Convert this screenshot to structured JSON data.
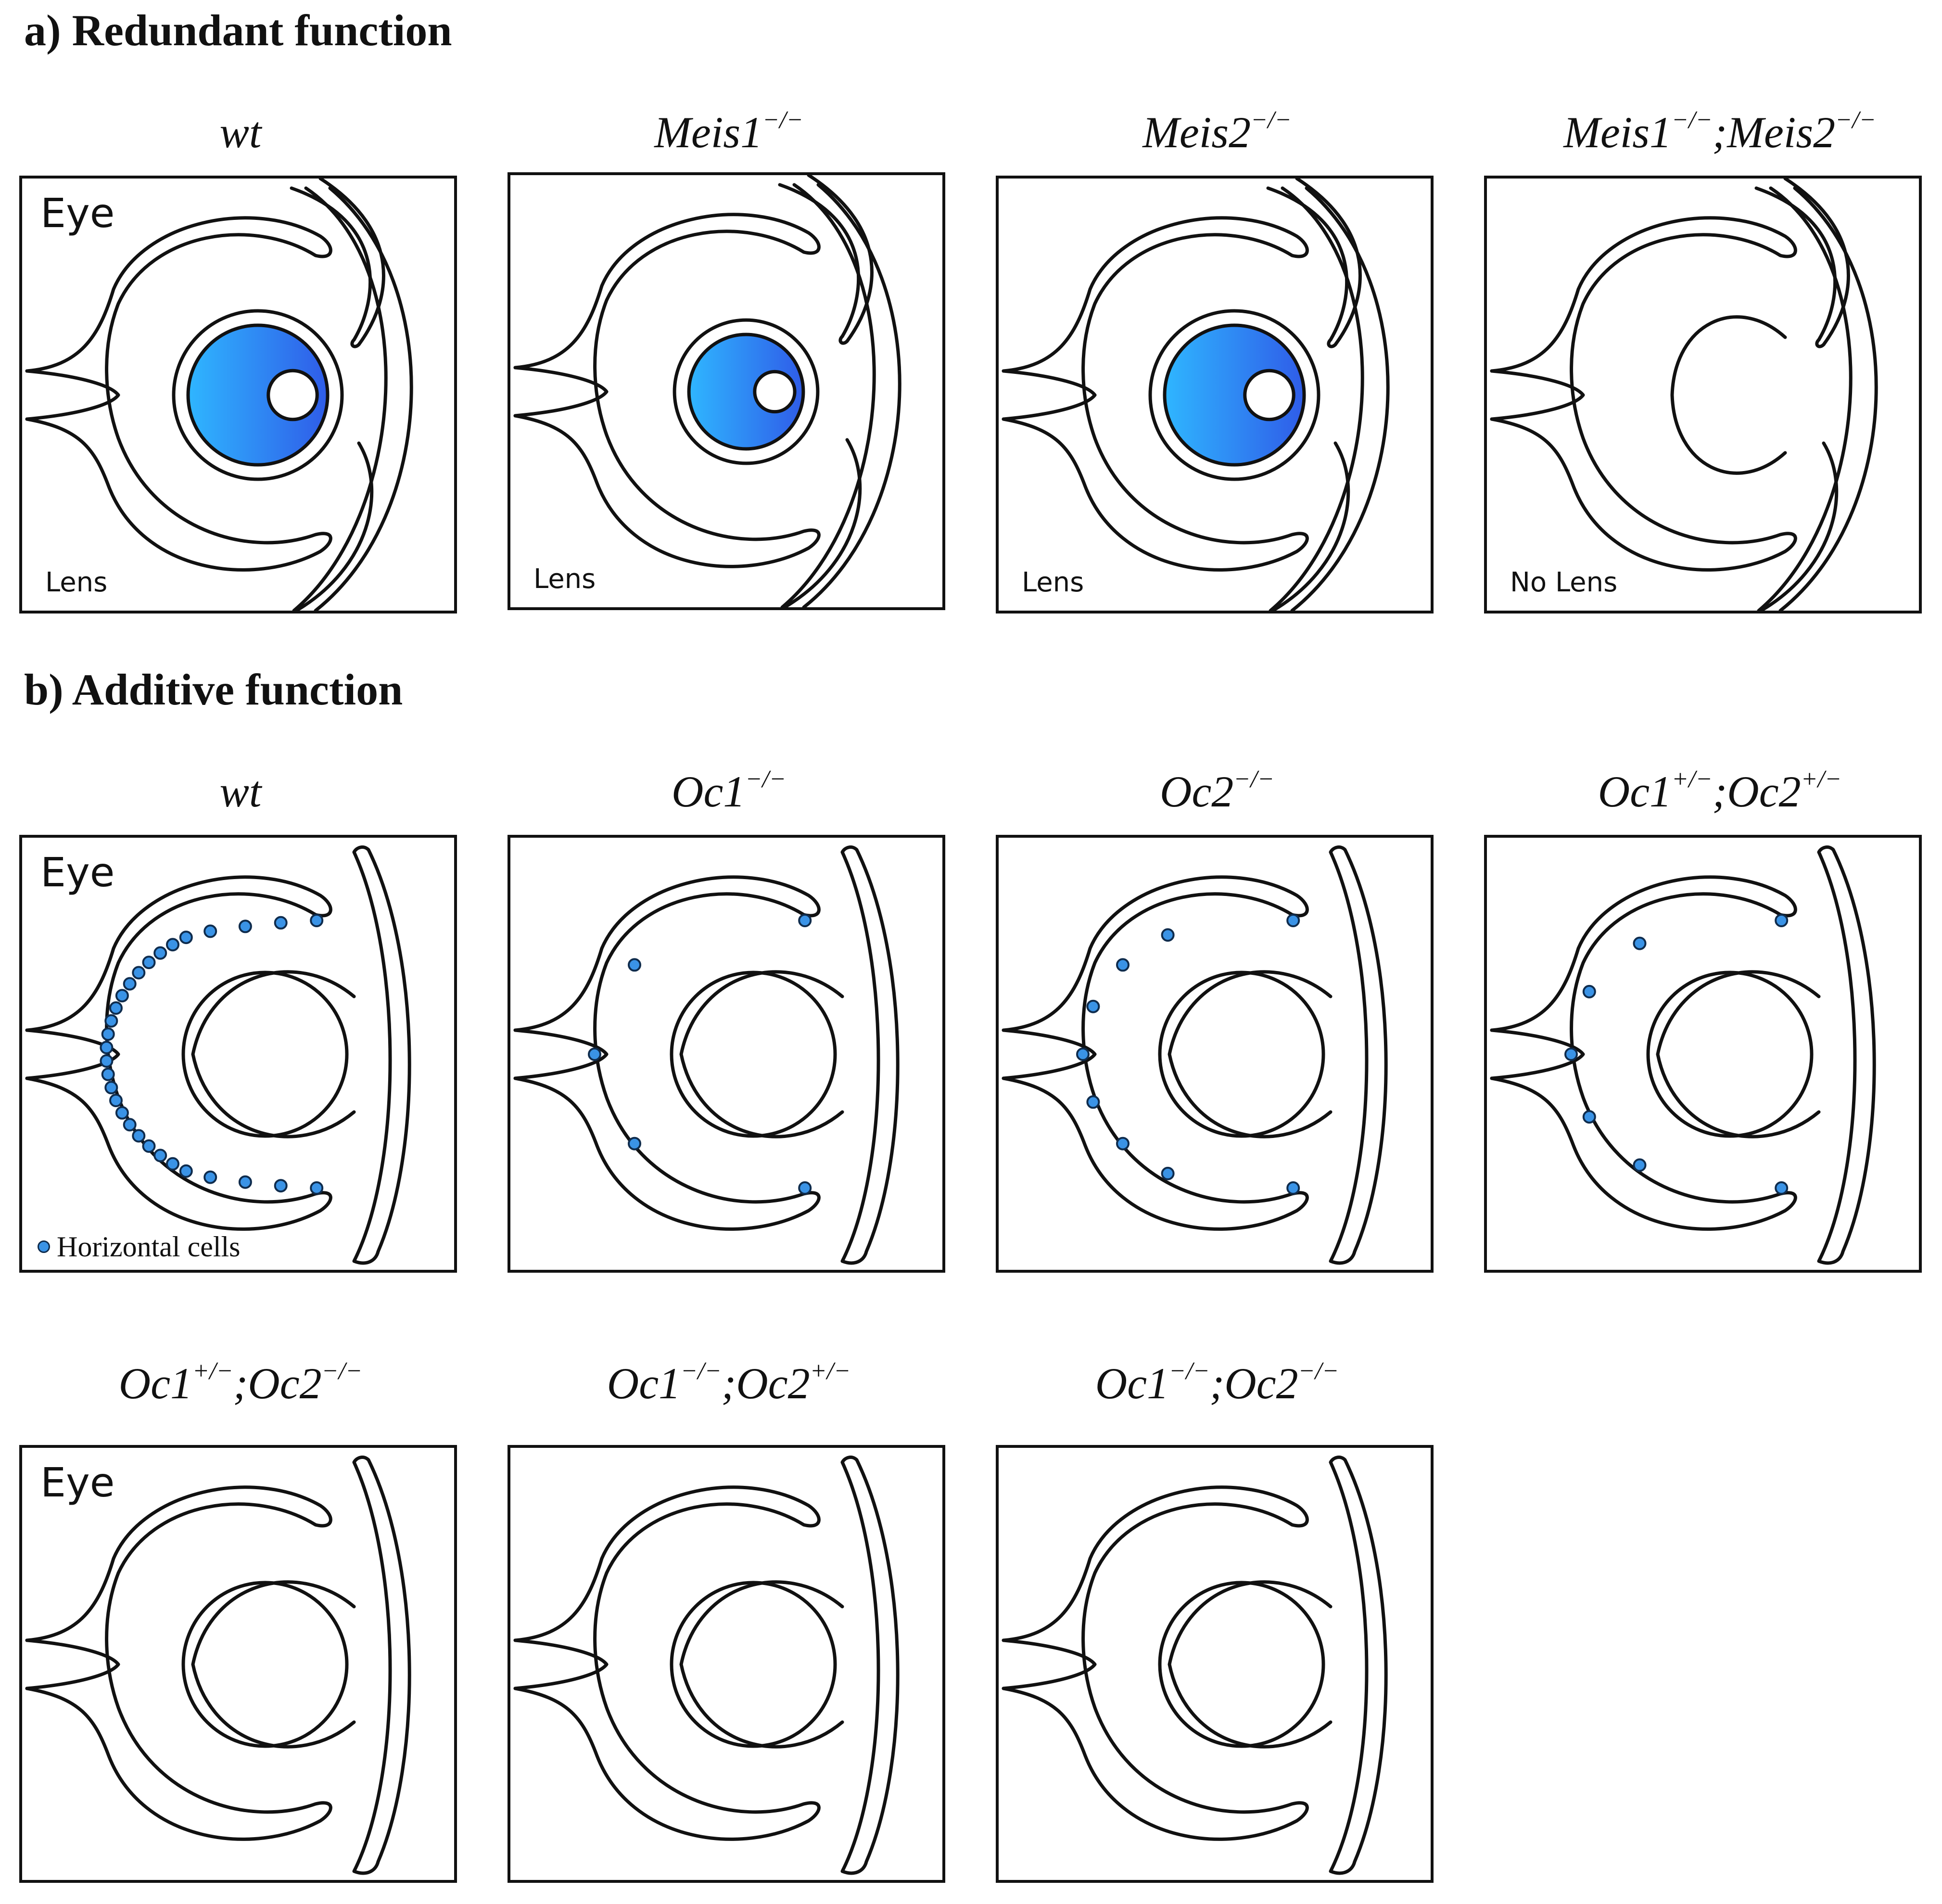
{
  "colors": {
    "outline": "#111111",
    "lens_light": "#2fb6ff",
    "lens_dark": "#2f5ce8",
    "cell": "#3a93e6"
  },
  "section_a": {
    "heading": "a) Redundant function",
    "panels": [
      {
        "t_pre": "wt",
        "t_sup": "",
        "t_mid": "",
        "t_sup2": "",
        "eye": "Eye",
        "lens": "Lens",
        "lens_scale": 1.0,
        "has_lens": true
      },
      {
        "t_pre": "Meis1",
        "t_sup": "−/−",
        "t_mid": "",
        "t_sup2": "",
        "eye": "",
        "lens": "Lens",
        "lens_scale": 0.82,
        "has_lens": true
      },
      {
        "t_pre": "Meis2",
        "t_sup": "−/−",
        "t_mid": "",
        "t_sup2": "",
        "eye": "",
        "lens": "Lens",
        "lens_scale": 1.0,
        "has_lens": true
      },
      {
        "t_pre": "Meis1",
        "t_sup": "−/−",
        "t_mid": ";Meis2",
        "t_sup2": "−/−",
        "eye": "",
        "lens": "No Lens",
        "lens_scale": 0,
        "has_lens": false
      }
    ]
  },
  "section_b": {
    "heading": "b) Additive function",
    "legend": "Horizontal cells",
    "panels": [
      {
        "t_pre": "wt",
        "t_sup": "",
        "t_mid": "",
        "t_sup2": "",
        "eye": "Eye",
        "cells": 30
      },
      {
        "t_pre": "Oc1",
        "t_sup": "−/−",
        "t_mid": "",
        "t_sup2": "",
        "eye": "",
        "cells": 5
      },
      {
        "t_pre": "Oc2",
        "t_sup": "−/−",
        "t_mid": "",
        "t_sup2": "",
        "eye": "",
        "cells": 9
      },
      {
        "t_pre": "Oc1",
        "t_sup": "+/−",
        "t_mid": ";Oc2",
        "t_sup2": "+/−",
        "eye": "",
        "cells": 7
      },
      {
        "t_pre": "Oc1",
        "t_sup": "+/−",
        "t_mid": ";Oc2",
        "t_sup2": "−/−",
        "eye": "Eye",
        "cells": 0
      },
      {
        "t_pre": "Oc1",
        "t_sup": "−/−",
        "t_mid": ";Oc2",
        "t_sup2": "+/−",
        "eye": "",
        "cells": 0
      },
      {
        "t_pre": "Oc1",
        "t_sup": "−/−",
        "t_mid": ";Oc2",
        "t_sup2": "−/−",
        "eye": "",
        "cells": 0
      }
    ]
  }
}
